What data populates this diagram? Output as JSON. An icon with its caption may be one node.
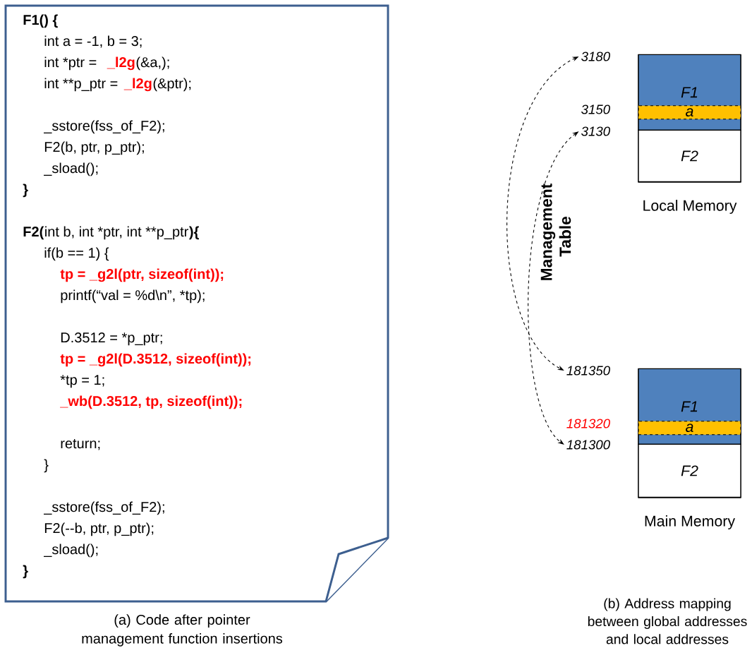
{
  "diagram": {
    "nodes": [
      {
        "text": [
          "F1() {",
          "int a = -1, b = 3;",
          "int *ptr =",
          "_l2g",
          "(&a,);",
          "int **p_ptr =",
          "_l2g",
          "(&ptr);",
          "_sstore(fss_of_F2);",
          "F2(b, ptr, p_ptr);",
          "_sload();",
          "}",
          "F2(",
          "int b, int *ptr, int **p_ptr",
          "){",
          "if(b == 1) {",
          "tp = _g2l(ptr, sizeof(int));",
          "printf(“val = %d\\n”, *tp);",
          "D.3512 = *p_ptr;",
          "tp = _g2l(D.3512, sizeof(int));",
          "*tp = 1;",
          "_wb(D.3512, tp, sizeof(int));",
          "return;",
          "}",
          "_sstore(fss_of_F2);",
          "F2(--b, ptr, p_ptr);",
          "_sload();",
          "}"
        ]
      },
      {
        "text": [],
        "shape": "box",
        "beside": [
          "Local Memory"
        ]
      },
      {
        "text": [
          "F1"
        ],
        "in": 1
      },
      {
        "text": [
          "a"
        ],
        "in": 2
      },
      {
        "text": [
          "F2"
        ],
        "in": 1
      },
      {
        "text": [],
        "shape": "box",
        "beside": [
          "Main Memory"
        ]
      },
      {
        "text": [
          "F1"
        ],
        "in": 5
      },
      {
        "text": [
          "a"
        ],
        "in": 6
      },
      {
        "text": [
          "F2"
        ],
        "in": 5
      },
      {
        "text": [
          "3180"
        ]
      },
      {
        "text": [
          "3130"
        ]
      },
      {
        "text": [
          "181350"
        ]
      },
      {
        "text": [
          "181300"
        ]
      }
    ],
    "edges": [
      {
        "from": 9,
        "to": 11,
        "arrow": "both",
        "style": "dashed"
      },
      {
        "from": 10,
        "to": 12,
        "arrow": "both",
        "style": "dashed"
      }
    ],
    "labels": [
      "3150",
      "181320",
      "Management Table",
      "(a) Code after pointer management function insertions",
      "(b) Address mapping between global addresses and local addresses"
    ]
  }
}
